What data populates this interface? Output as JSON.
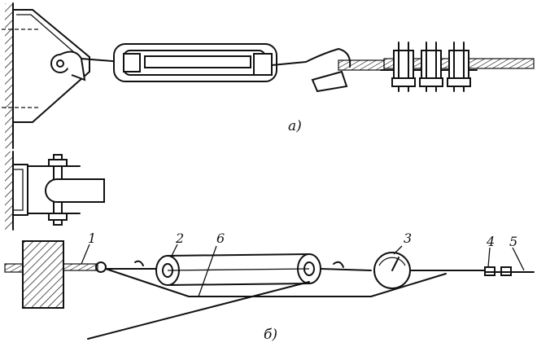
{
  "figure": {
    "part_a_label": "а)",
    "part_b_label": "б)",
    "callouts": [
      "1",
      "2",
      "3",
      "4",
      "5",
      "6"
    ]
  }
}
